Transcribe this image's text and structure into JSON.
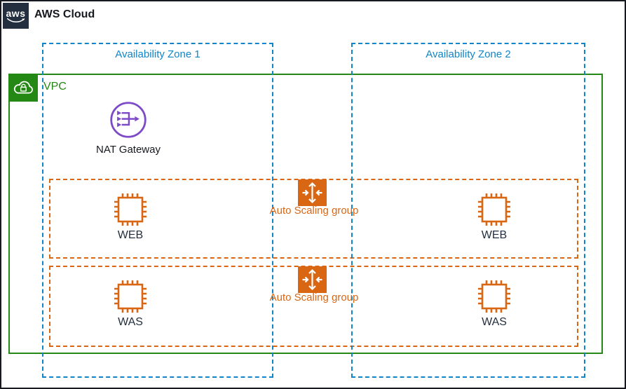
{
  "colors": {
    "aws_dark": "#232F3E",
    "text_dark": "#16191F",
    "az_blue": "#1086C8",
    "vpc_green": "#248814",
    "asg_orange": "#D86613",
    "nat_purple": "#7D4AC8",
    "instance_label": "#232F3E"
  },
  "header": {
    "logo_text": "aws",
    "title": "AWS Cloud"
  },
  "vpc": {
    "label": "VPC"
  },
  "availability_zones": [
    {
      "label": "Availability Zone 1"
    },
    {
      "label": "Availability Zone 2"
    }
  ],
  "nat_gateway": {
    "label": "NAT Gateway"
  },
  "auto_scaling_groups": [
    {
      "label": "Auto Scaling group",
      "instances": [
        {
          "label": "WEB"
        },
        {
          "label": "WEB"
        }
      ]
    },
    {
      "label": "Auto Scaling group",
      "instances": [
        {
          "label": "WAS"
        },
        {
          "label": "WAS"
        }
      ]
    }
  ],
  "icons": {
    "logo": "aws-logo",
    "vpc": "vpc-cloud-lock-icon",
    "nat": "nat-gateway-icon",
    "asg": "auto-scaling-icon",
    "instance": "ec2-instance-chip-icon"
  }
}
